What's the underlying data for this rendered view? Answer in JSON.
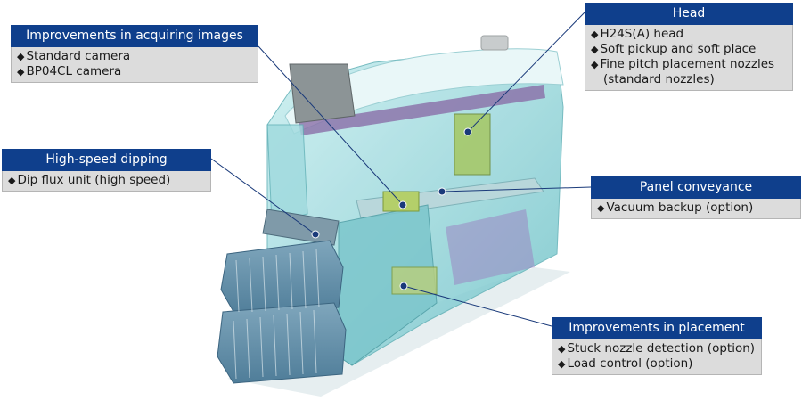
{
  "callouts": {
    "acquiring": {
      "title": "Improvements in acquiring images",
      "items": [
        "Standard camera",
        "BP04CL camera"
      ]
    },
    "head": {
      "title": "Head",
      "items": [
        "H24S(A) head",
        "Soft pickup and soft place",
        "Fine pitch placement nozzles",
        "(standard nozzles)"
      ]
    },
    "dipping": {
      "title": "High-speed dipping",
      "items": [
        "Dip flux unit (high speed)"
      ]
    },
    "conveyance": {
      "title": "Panel conveyance",
      "items": [
        "Vacuum backup (option)"
      ]
    },
    "placement": {
      "title": "Improvements in placement",
      "items": [
        "Stuck nozzle detection (option)",
        "Load control (option)"
      ]
    }
  },
  "colors": {
    "header_bg": "#0f3f8c",
    "body_bg": "#dcdcdc",
    "leader_line": "#1a3a7a",
    "machine_body": "#8fd3d8"
  }
}
